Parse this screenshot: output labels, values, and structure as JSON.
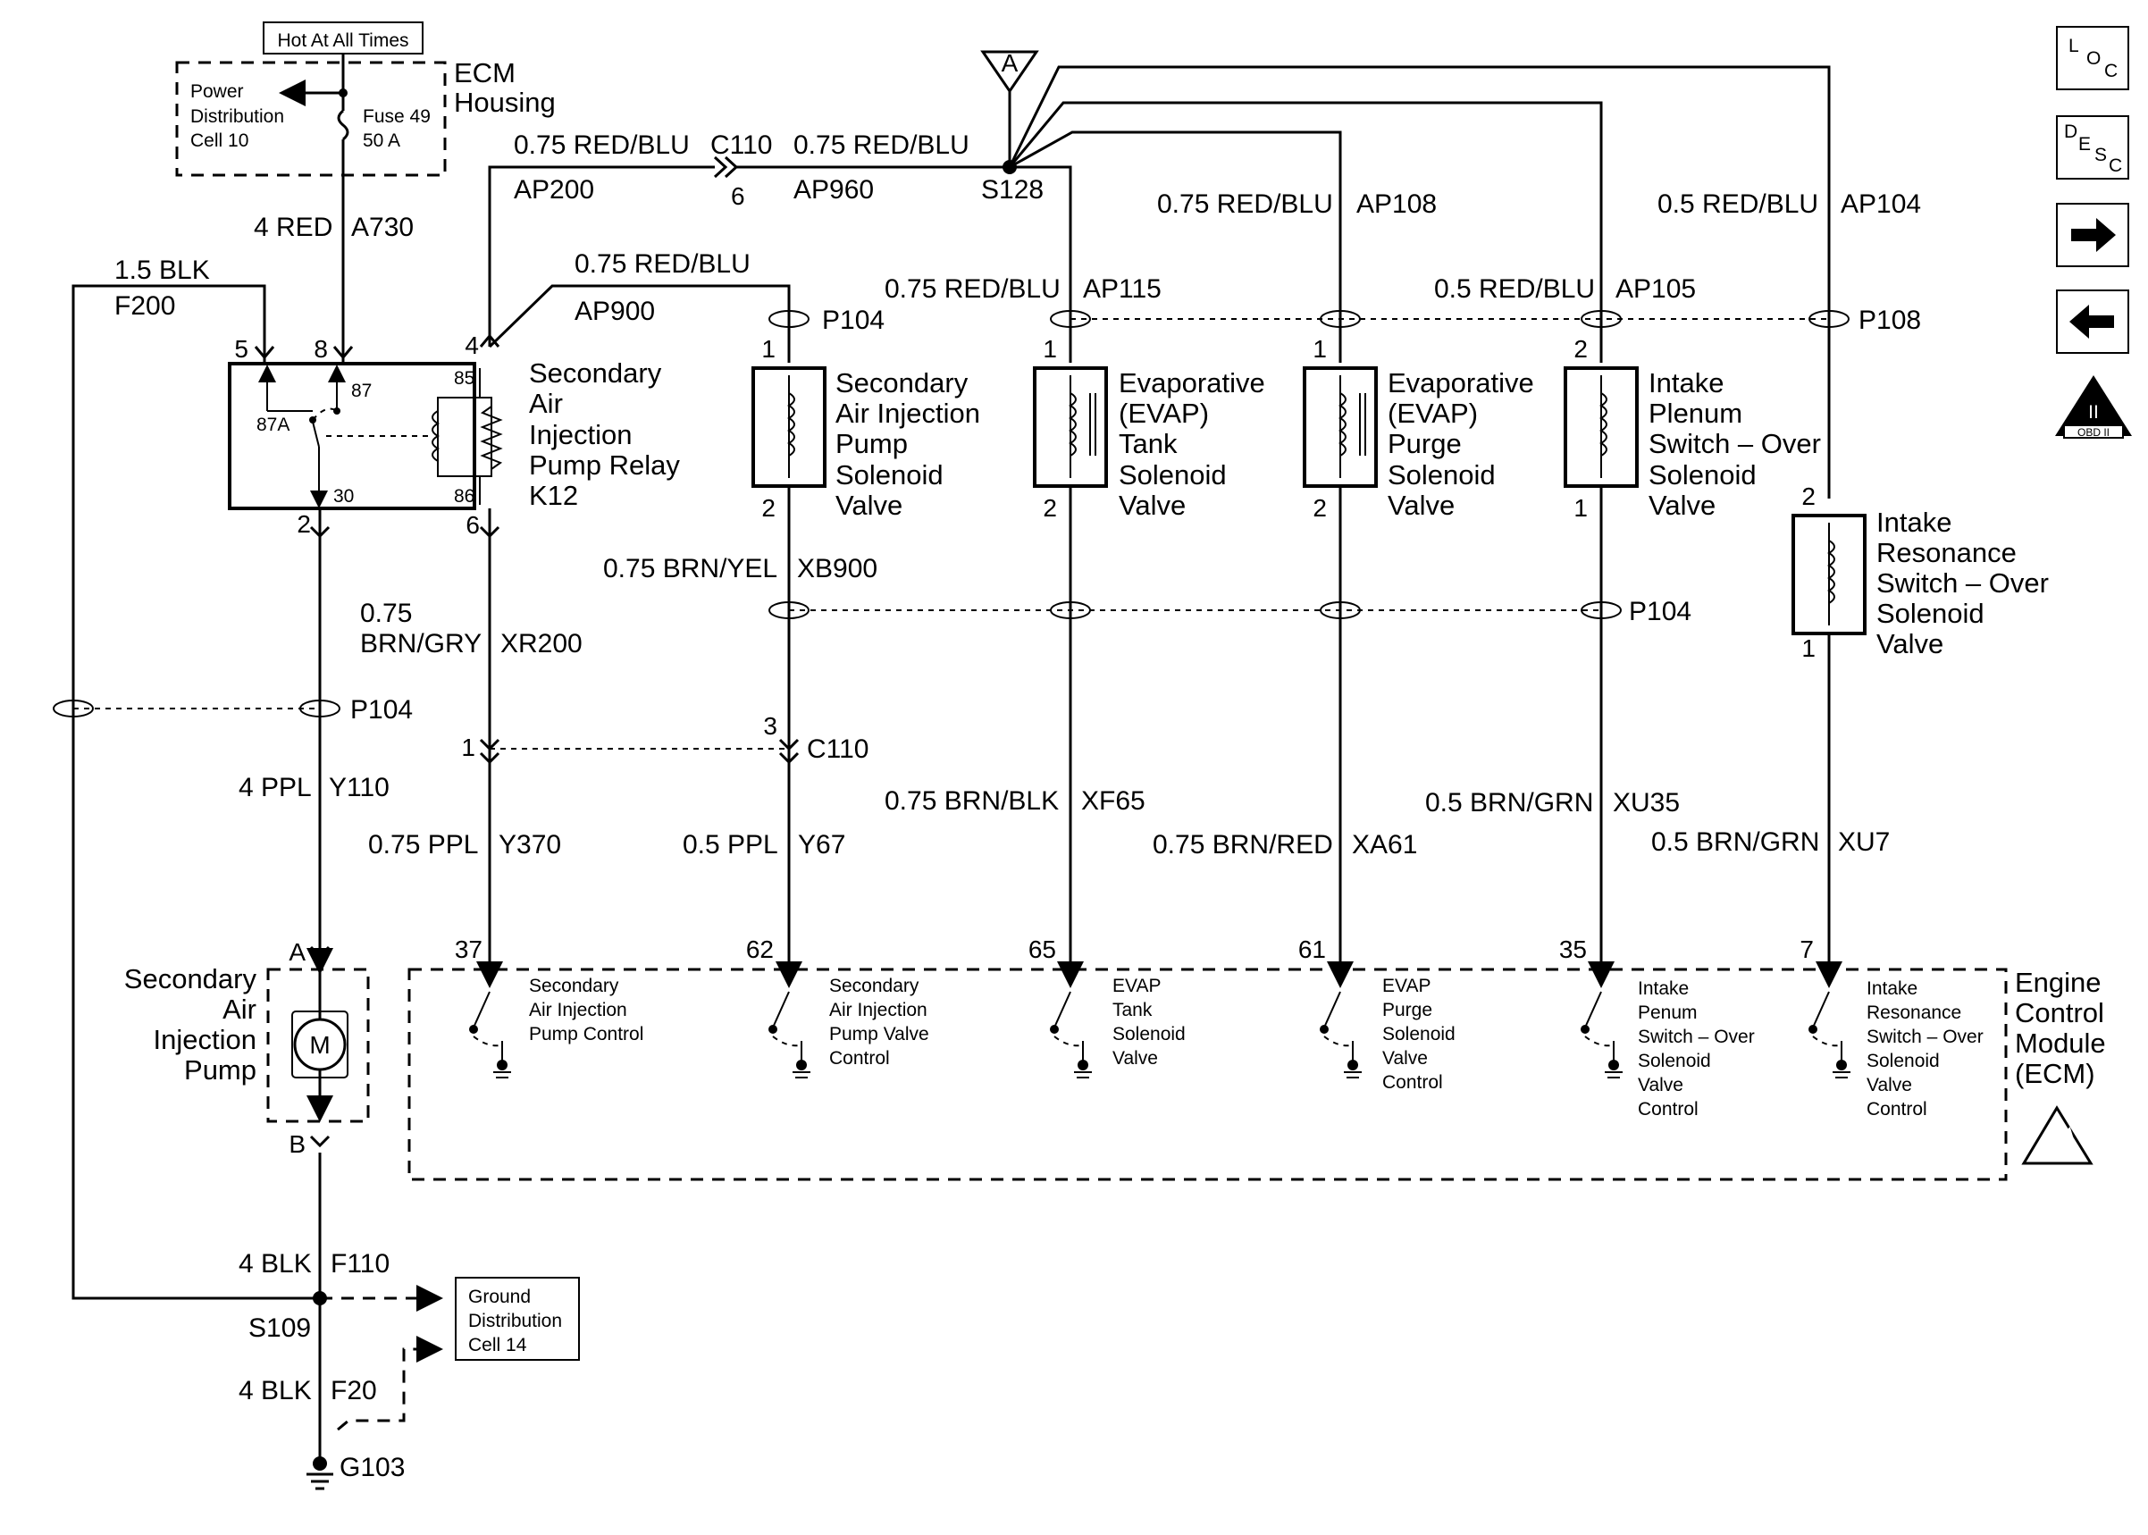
{
  "header": {
    "hot_label": "Hot At All Times",
    "pdc_lines": [
      "Power",
      "Distribution",
      "Cell 10"
    ],
    "fuse_name": "Fuse 49",
    "fuse_rating": "50 A",
    "ecm_housing_lines": [
      "ECM",
      "Housing"
    ],
    "splice_top_connector": "A"
  },
  "side_icons": [
    {
      "name": "loc-icon",
      "letters": [
        "L",
        "O",
        "C"
      ]
    },
    {
      "name": "desc-icon",
      "letters": [
        "D",
        "E",
        "S",
        "C"
      ]
    },
    {
      "name": "next-icon"
    },
    {
      "name": "prev-icon"
    },
    {
      "name": "obd-icon",
      "text": "OBD II",
      "roman": "II"
    }
  ],
  "wire_labels": [
    "0.75 RED/BLU",
    "C110",
    "0.75 RED/BLU",
    "AP200",
    "6",
    "AP960",
    "S128",
    "4 RED",
    "A730",
    "1.5 BLK",
    "F200",
    "0.75 RED/BLU",
    "AP900",
    "0.75 RED/BLU",
    "AP108",
    "0.5 RED/BLU",
    "AP104",
    "0.75 RED/BLU",
    "AP115",
    "0.5 RED/BLU",
    "AP105",
    "P104",
    "P108",
    "0.75 BRN/YEL",
    "XB900",
    "P104",
    "0.75",
    "BRN/GRY",
    "XR200",
    "P104",
    "C110",
    "4 PPL",
    "Y110",
    "0.75 PPL",
    "Y370",
    "0.5 PPL",
    "Y67",
    "0.75 BRN/BLK",
    "XF65",
    "0.75 BRN/RED",
    "XA61",
    "0.5 BRN/GRN",
    "XU35",
    "0.5 BRN/GRN",
    "XU7",
    "4 BLK",
    "F110",
    "S109",
    "4 BLK",
    "F20",
    "G103"
  ],
  "relay": {
    "name_lines": [
      "Secondary",
      "Air",
      "Injection",
      "Pump Relay",
      "K12"
    ],
    "terminals": [
      "87",
      "87A",
      "85",
      "86",
      "30"
    ],
    "pins": [
      "5",
      "8",
      "4",
      "2",
      "6"
    ]
  },
  "solenoids": [
    {
      "name_lines": [
        "Secondary",
        "Air Injection",
        "Pump",
        "Solenoid",
        "Valve"
      ],
      "pin_top": "1",
      "pin_bottom": "2"
    },
    {
      "name_lines": [
        "Evaporative",
        "(EVAP)",
        "Tank",
        "Solenoid",
        "Valve"
      ],
      "pin_top": "1",
      "pin_bottom": "2"
    },
    {
      "name_lines": [
        "Evaporative",
        "(EVAP)",
        "Purge",
        "Solenoid",
        "Valve"
      ],
      "pin_top": "1",
      "pin_bottom": "2"
    },
    {
      "name_lines": [
        "Intake",
        "Plenum",
        "Switch – Over",
        "Solenoid",
        "Valve"
      ],
      "pin_top": "2",
      "pin_bottom": "1"
    },
    {
      "name_lines": [
        "Intake",
        "Resonance",
        "Switch – Over",
        "Solenoid",
        "Valve"
      ],
      "pin_top": "2",
      "pin_bottom": "1"
    }
  ],
  "connector_pins": {
    "c110_left": "1",
    "c110_right": "3"
  },
  "pump": {
    "name_lines": [
      "Secondary",
      "Air",
      "Injection",
      "Pump"
    ],
    "motor_letter": "M",
    "pin_top": "A",
    "pin_bottom": "B"
  },
  "ecm": {
    "name_lines": [
      "Engine",
      "Control",
      "Module",
      "(ECM)"
    ],
    "pins": [
      "37",
      "62",
      "65",
      "61",
      "35",
      "7"
    ],
    "drivers": [
      [
        "Secondary",
        "Air Injection",
        "Pump Control"
      ],
      [
        "Secondary",
        "Air Injection",
        "Pump Valve",
        "Control"
      ],
      [
        "EVAP",
        "Tank",
        "Solenoid",
        "Valve"
      ],
      [
        "EVAP",
        "Purge",
        "Solenoid",
        "Valve",
        "Control"
      ],
      [
        "Intake",
        "Penum",
        "Switch – Over",
        "Solenoid",
        "Valve",
        "Control"
      ],
      [
        "Intake",
        "Resonance",
        "Switch – Over",
        "Solenoid",
        "Valve",
        "Control"
      ]
    ]
  },
  "ground_box_lines": [
    "Ground",
    "Distribution",
    "Cell 14"
  ]
}
